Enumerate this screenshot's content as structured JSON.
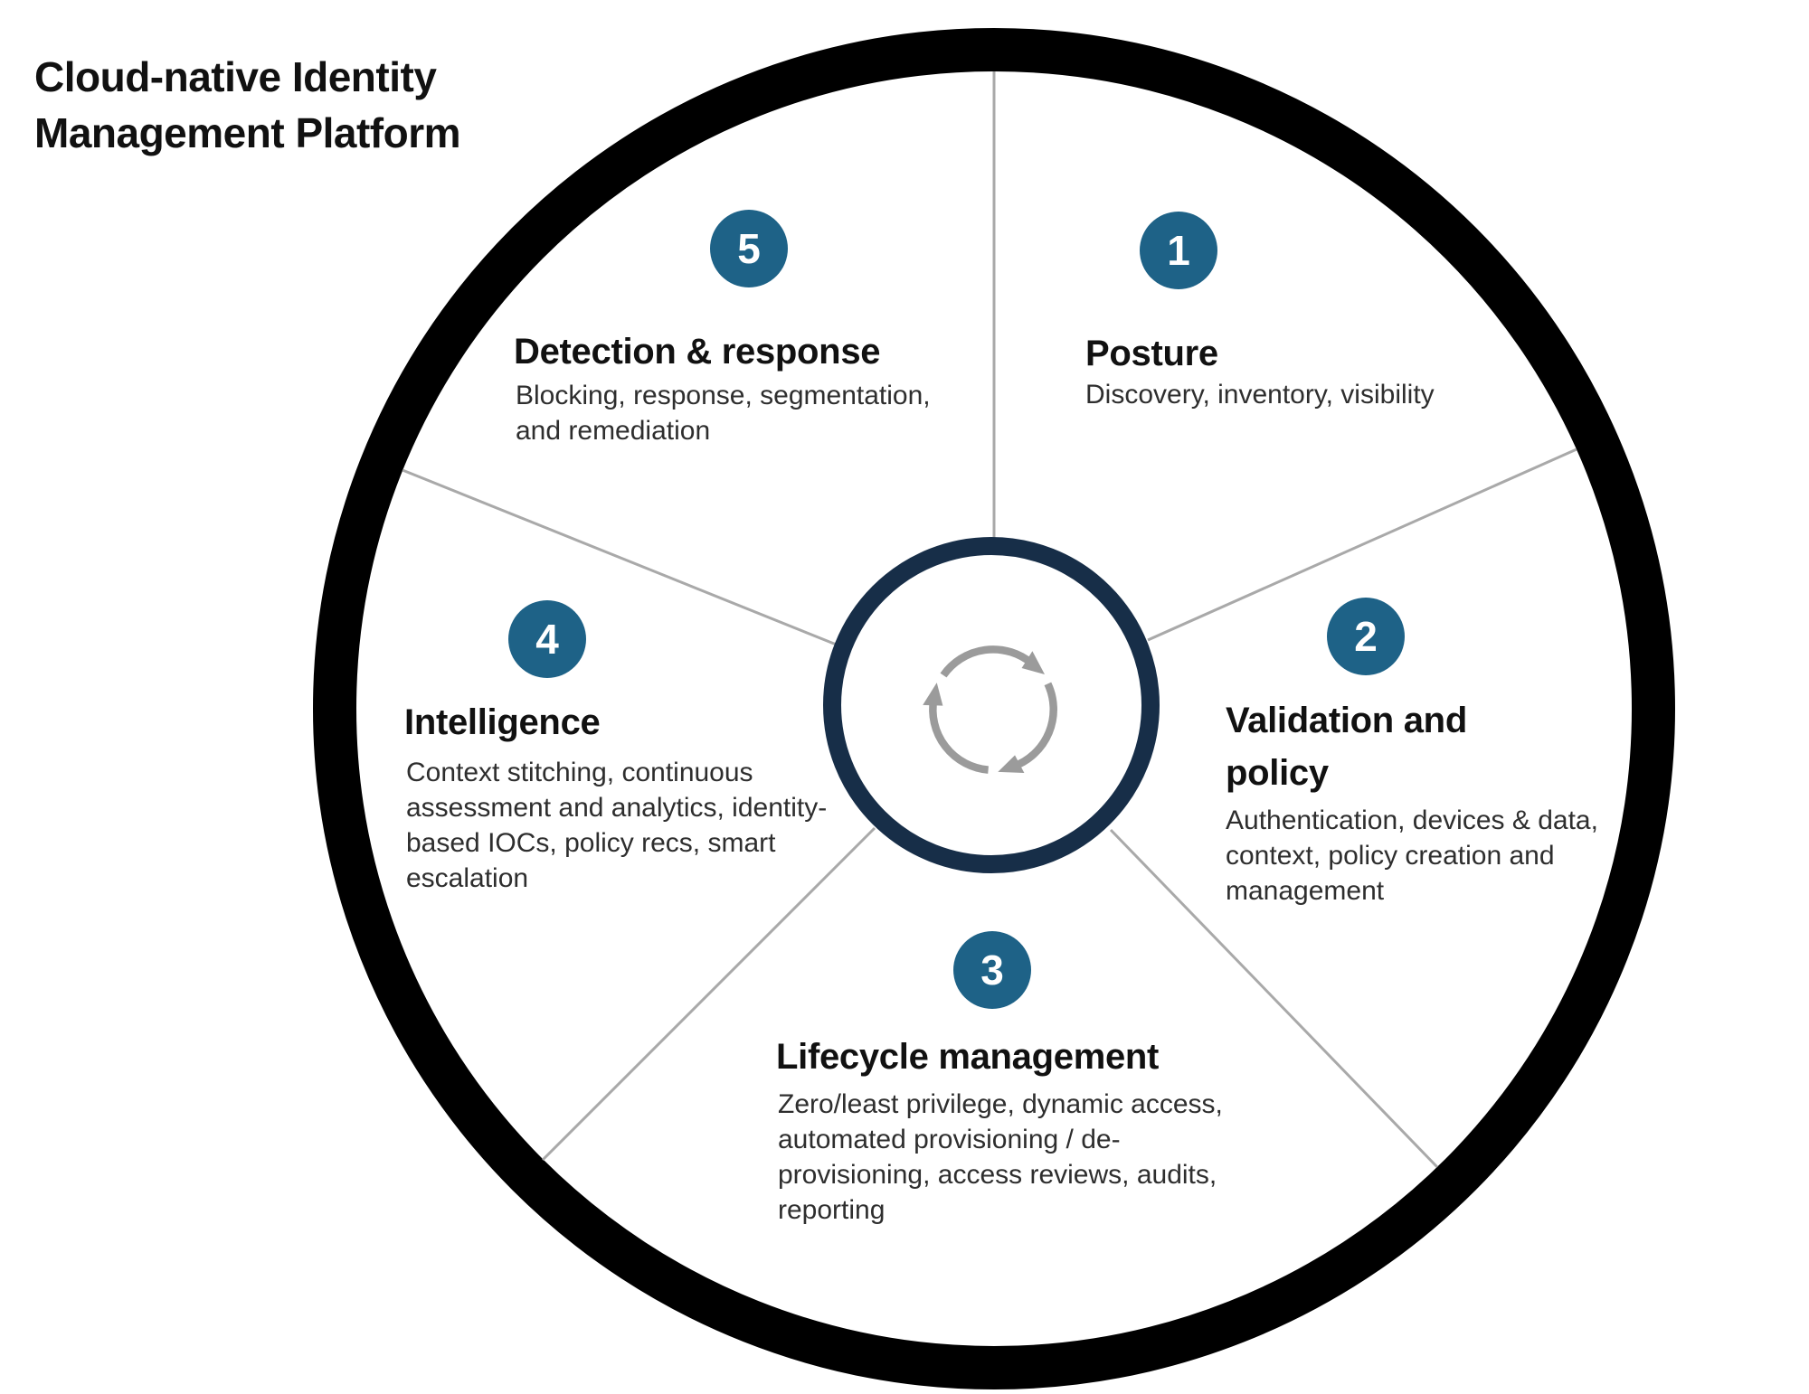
{
  "title": "Cloud-native Identity Management Platform",
  "center_icon": "cycle-arrows-icon",
  "colors": {
    "background": "#ffffff",
    "outer_ring": "#000000",
    "inner_ring": "#172e48",
    "badge": "#1e6287",
    "badge_number": "#ffffff",
    "divider_line": "#a9a9a9",
    "cycle_icon": "#9b9b9b",
    "heading_text": "#111111",
    "body_text": "#2e2e2e"
  },
  "segments": [
    {
      "number": "1",
      "title": "Posture",
      "description": "Discovery, inventory, visibility"
    },
    {
      "number": "2",
      "title": "Validation and policy",
      "description": "Authentication, devices & data, context, policy creation and management"
    },
    {
      "number": "3",
      "title": "Lifecycle management",
      "description": "Zero/least privilege, dynamic access, automated provisioning / de-provisioning, access reviews, audits, reporting"
    },
    {
      "number": "4",
      "title": "Intelligence",
      "description": "Context stitching, continuous assessment and analytics, identity-based IOCs, policy recs, smart escalation"
    },
    {
      "number": "5",
      "title": "Detection & response",
      "description": "Blocking, response, segmentation, and remediation"
    }
  ]
}
